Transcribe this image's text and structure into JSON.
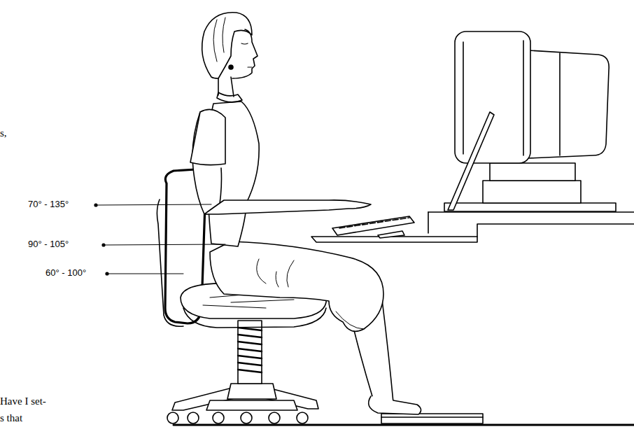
{
  "diagram": {
    "labels": [
      "70° - 135°",
      "90° - 105°",
      "60° - 100°",
      "s,",
      "Have I set-",
      "s that"
    ]
  }
}
